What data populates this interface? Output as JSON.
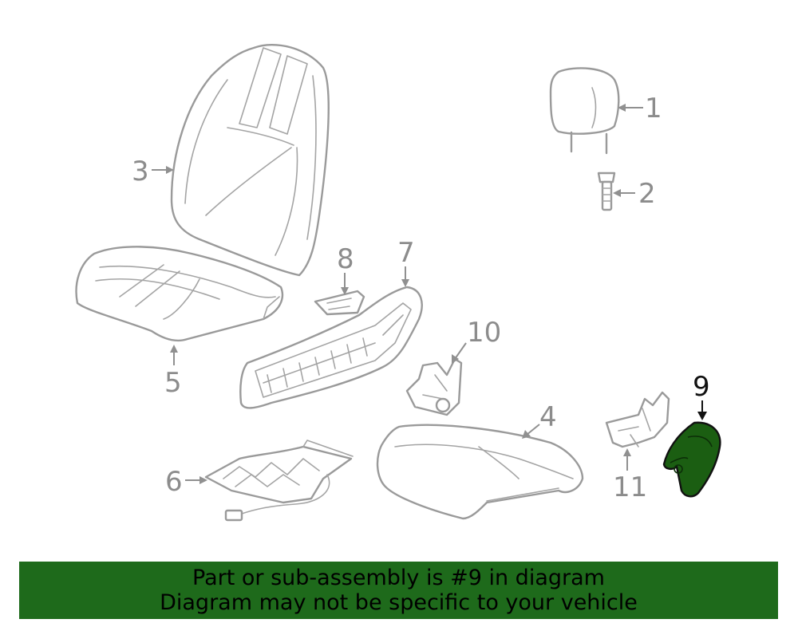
{
  "callouts": {
    "c1": "1",
    "c2": "2",
    "c3": "3",
    "c4": "4",
    "c5": "5",
    "c6": "6",
    "c7": "7",
    "c8": "8",
    "c9": "9",
    "c10": "10",
    "c11": "11"
  },
  "highlighted_part": "9",
  "colors": {
    "highlight_fill": "#1b5e12",
    "banner_background": "#1e6a1b",
    "line_gray": "#9a9a9a"
  },
  "banner": {
    "line1": "Part or sub-assembly is #9 in diagram",
    "line2": "Diagram may not be specific to your vehicle"
  }
}
